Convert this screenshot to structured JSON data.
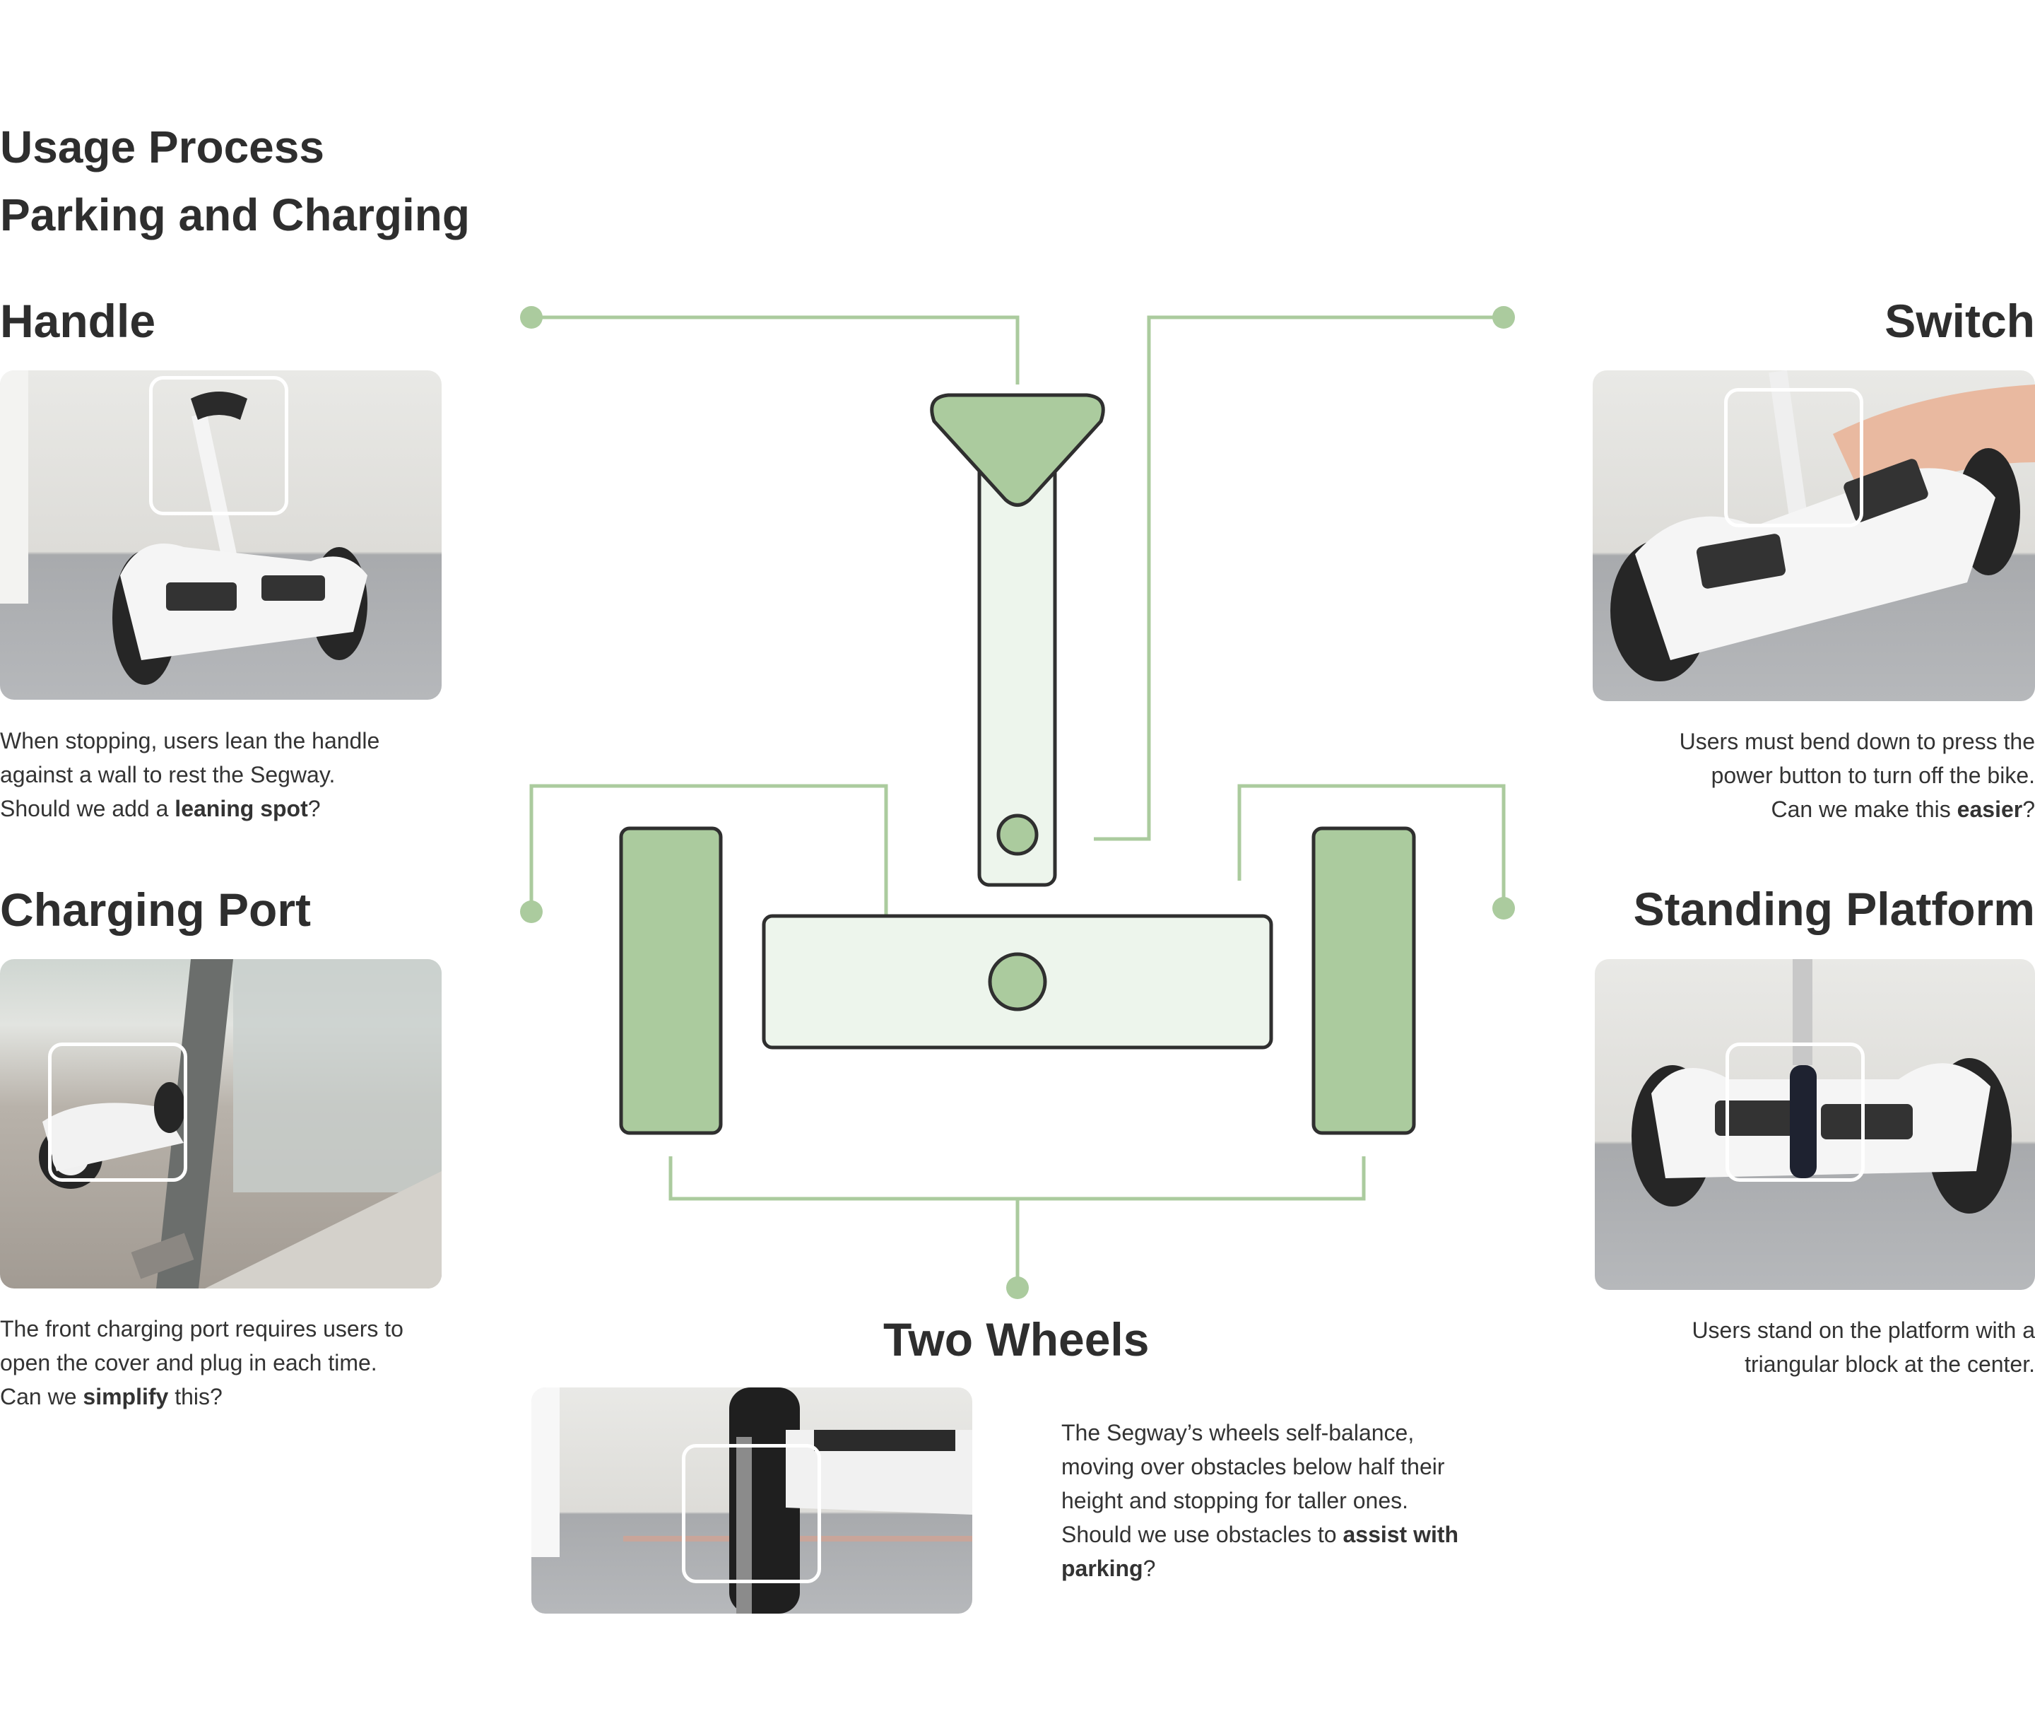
{
  "header": {
    "title_line1": "Usage Process",
    "title_line2": "Parking and Charging"
  },
  "sections": {
    "handle": {
      "heading": "Handle",
      "desc_line1": "When stopping, users lean the handle",
      "desc_line2": "against a wall to rest the Segway.",
      "desc_line3_pre": "Should we add a ",
      "desc_line3_bold": "leaning spot",
      "desc_line3_post": "?"
    },
    "charging_port": {
      "heading": "Charging Port",
      "desc_line1": "The front charging port requires users to",
      "desc_line2": "open the cover and plug in each time.",
      "desc_line3_pre": "Can we ",
      "desc_line3_bold": "simplify",
      "desc_line3_post": " this?"
    },
    "switch": {
      "heading": "Switch",
      "desc_line1": "Users must bend down to press the",
      "desc_line2": "power button to turn off the bike.",
      "desc_line3_pre": "Can we make this ",
      "desc_line3_bold": "easier",
      "desc_line3_post": "?"
    },
    "standing_platform": {
      "heading": "Standing Platform",
      "desc_line1": "Users stand on the platform with a",
      "desc_line2": "triangular block at the center."
    },
    "two_wheels": {
      "heading": "Two Wheels",
      "desc_line1": "The Segway’s wheels self-balance,",
      "desc_line2": "moving over obstacles below half their",
      "desc_line3": "height and stopping for taller ones.",
      "desc_line4_pre": "Should we use obstacles to ",
      "desc_line4_bold": "assist with",
      "desc_line5_bold": "parking",
      "desc_line5_post": "?"
    }
  },
  "colors": {
    "accent_green": "#abcb9e",
    "light_green": "#edf5ec",
    "outline": "#2f2f2f",
    "text": "#2e2e2e"
  }
}
